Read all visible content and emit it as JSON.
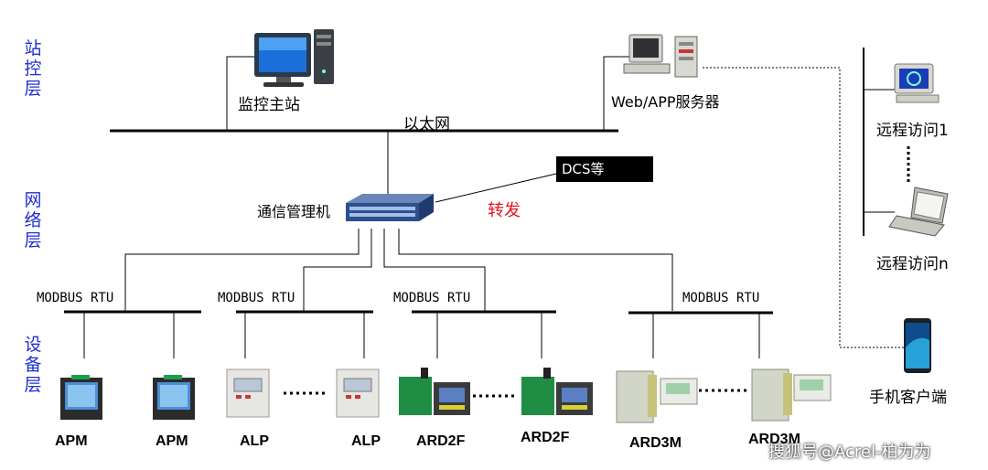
{
  "layers": {
    "station": "站控层",
    "network": "网络层",
    "device": "设备层"
  },
  "station": {
    "monitor_host": "监控主站",
    "server": "Web/APP服务器",
    "ethernet": "以太网"
  },
  "remote": {
    "access_1": "远程访问1",
    "access_n": "远程访问n",
    "mobile": "手机客户端"
  },
  "network": {
    "comm_manager": "通信管理机",
    "dcs": "DCS等",
    "forward": "转发"
  },
  "buses": [
    {
      "label": "MODBUS RTU",
      "devices": [
        "APM",
        "APM"
      ]
    },
    {
      "label": "MODBUS RTU",
      "devices": [
        "ALP",
        "ALP"
      ]
    },
    {
      "label": "MODBUS RTU",
      "devices": [
        "ARD2F",
        "ARD2F"
      ]
    },
    {
      "label": "MODBUS RTU",
      "devices": [
        "ARD3M",
        "ARD3M"
      ]
    }
  ],
  "watermark": "搜狐号@Acrel-柏为为"
}
